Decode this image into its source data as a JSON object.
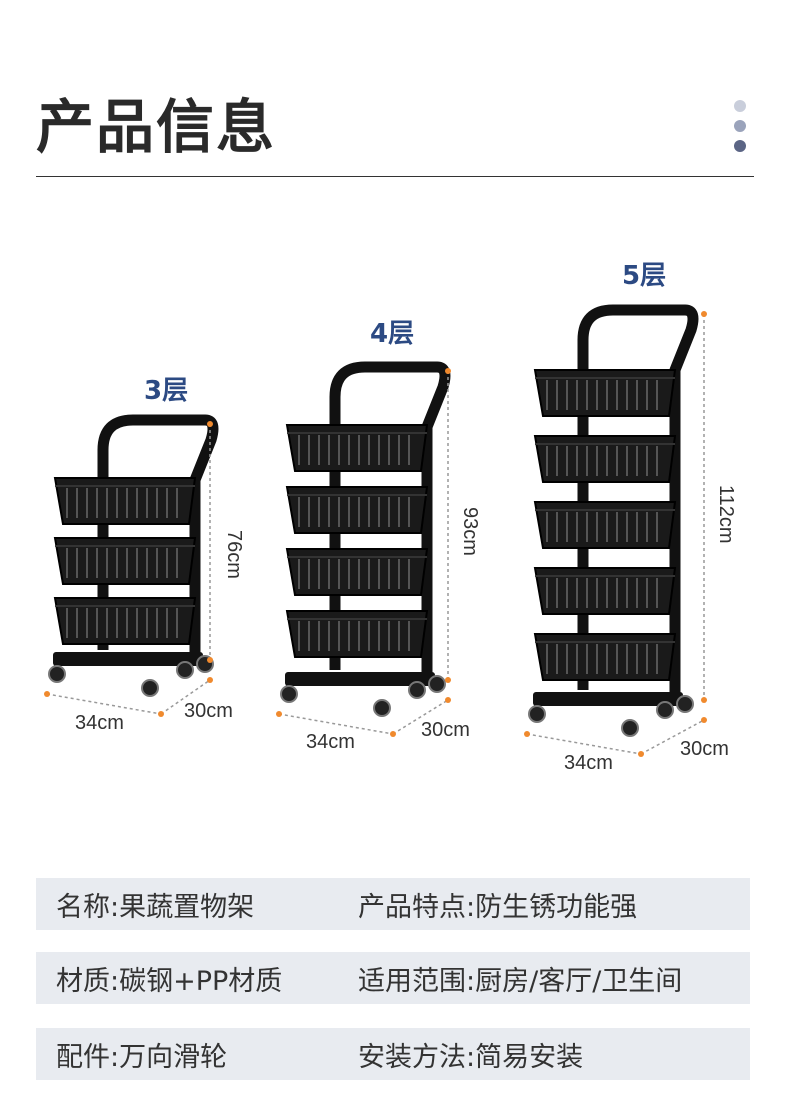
{
  "header": {
    "title": "产品信息",
    "dot_colors": [
      "#c9cedb",
      "#9aa3bb",
      "#5b6585"
    ]
  },
  "accent_color": "#2c4a83",
  "dimension_line_color": "#f08a2e",
  "products": [
    {
      "tier_label": "3层",
      "height_label": "76cm",
      "width_label": "34cm",
      "depth_label": "30cm"
    },
    {
      "tier_label": "4层",
      "height_label": "93cm",
      "width_label": "34cm",
      "depth_label": "30cm"
    },
    {
      "tier_label": "5层",
      "height_label": "112cm",
      "width_label": "34cm",
      "depth_label": "30cm"
    }
  ],
  "specs": [
    {
      "left": "名称:果蔬置物架",
      "right": "产品特点:防生锈功能强"
    },
    {
      "left": "材质:碳钢+PP材质",
      "right": "适用范围:厨房/客厅/卫生间"
    },
    {
      "left": "配件:万向滑轮",
      "right": "安装方法:简易安装"
    }
  ]
}
